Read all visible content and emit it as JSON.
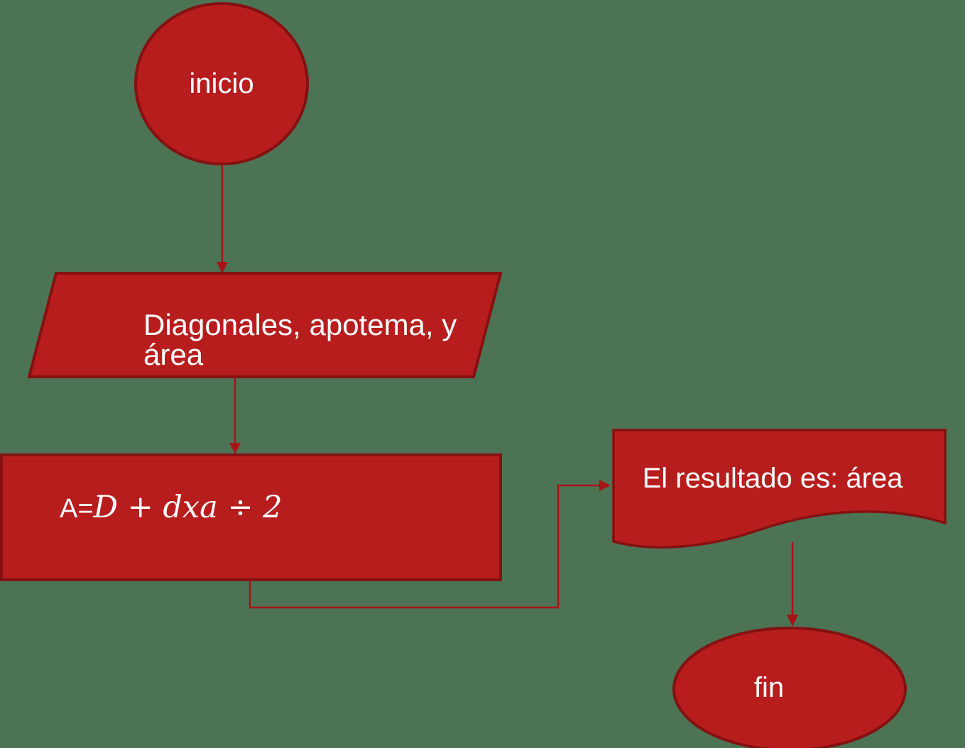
{
  "colors": {
    "background": "#4D7355",
    "shape_fill": "#B71D1D",
    "shape_border": "#841111",
    "connector": "#A61417",
    "label_text": "#FFFFFF"
  },
  "nodes": {
    "start": {
      "label": "inicio"
    },
    "input": {
      "label": "Diagonales, apotema, y área"
    },
    "process": {
      "formula_prefix": "A=",
      "formula_math": "D + dxa ÷ 2"
    },
    "output": {
      "label": "El resultado es: área"
    },
    "end": {
      "label": "fin"
    }
  },
  "flow": [
    {
      "from": "inicio",
      "to": "Diagonales, apotema, y área"
    },
    {
      "from": "Diagonales, apotema, y área",
      "to": "A=D + dxa ÷ 2"
    },
    {
      "from": "A=D + dxa ÷ 2",
      "to": "El resultado es: área"
    },
    {
      "from": "El resultado es: área",
      "to": "fin"
    }
  ]
}
